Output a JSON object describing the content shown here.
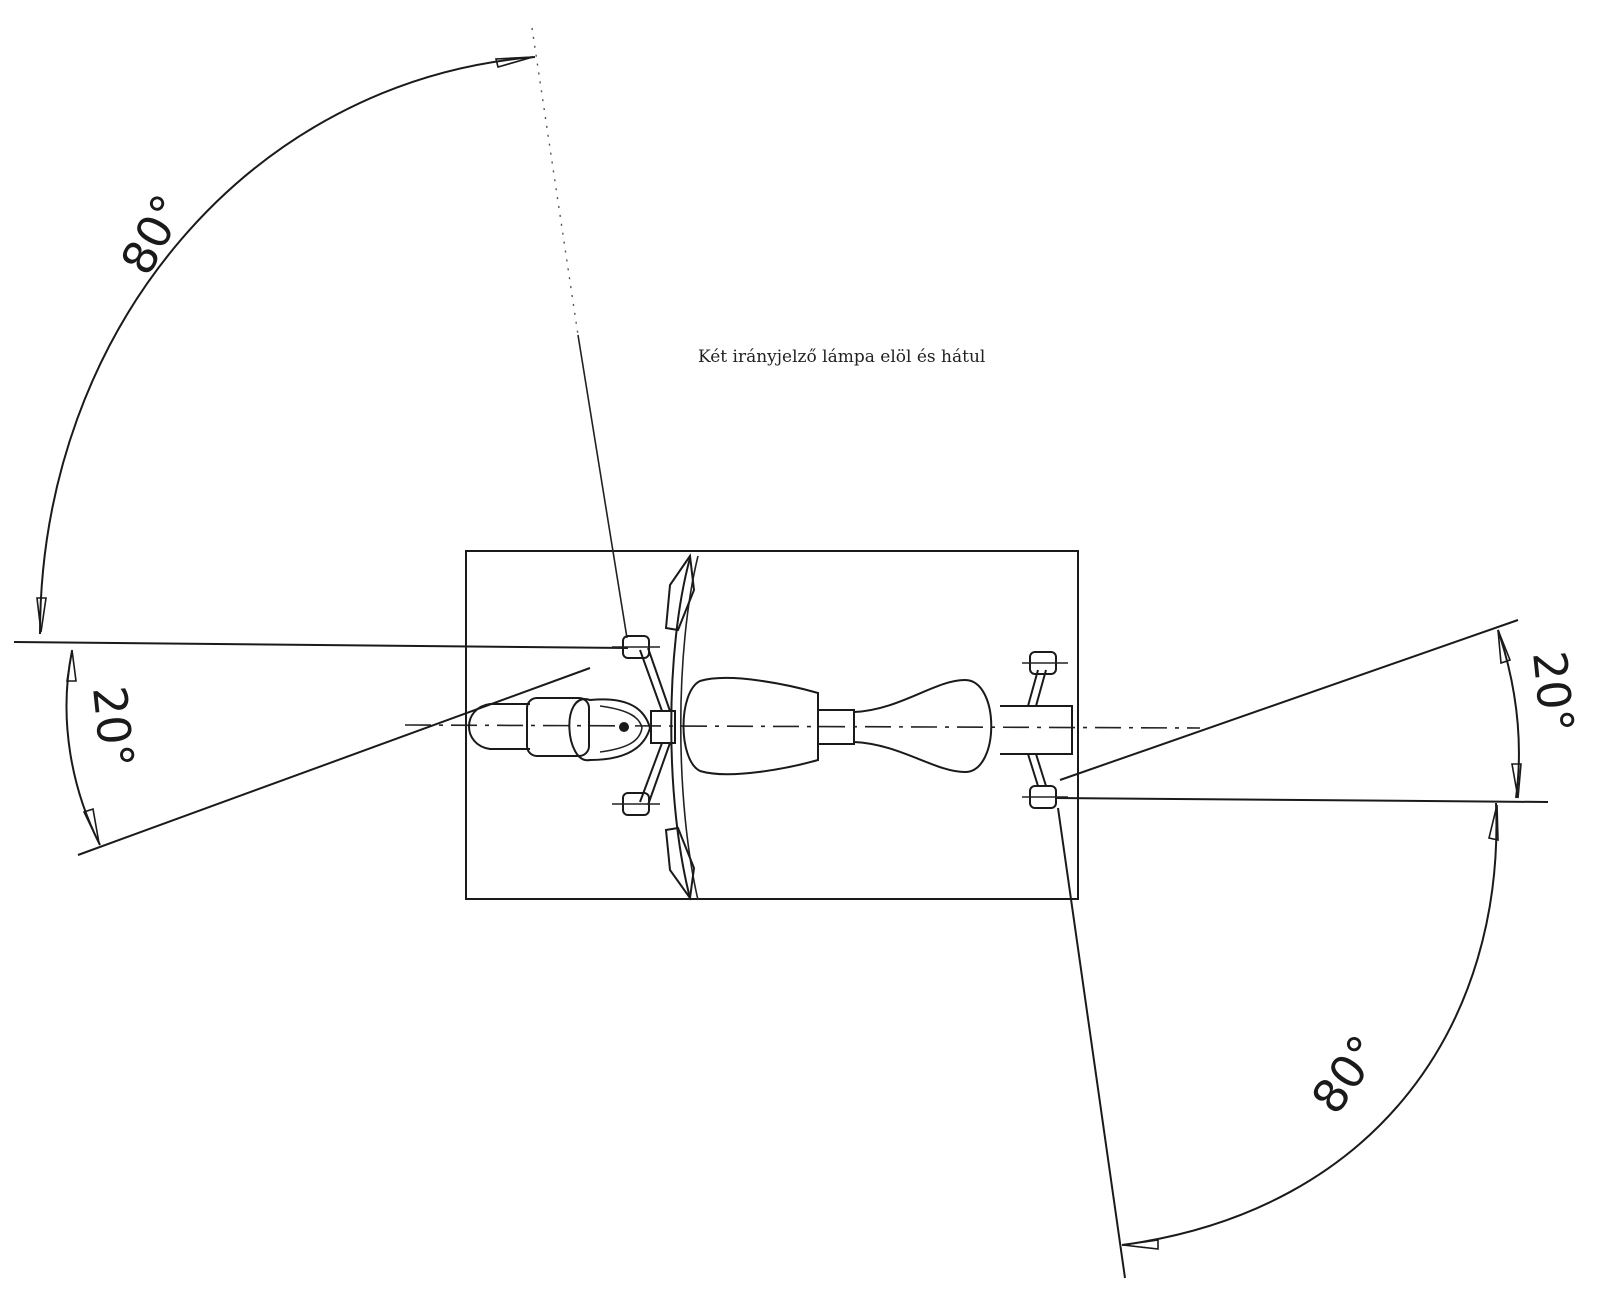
{
  "caption": "Két irányjelző lámpa elöl és hátul",
  "angles": {
    "front_upper": "80°",
    "front_lower": "20°",
    "rear_upper": "20°",
    "rear_lower": "80°"
  },
  "colors": {
    "ink": "#1a1a1a",
    "paper": "#ffffff"
  }
}
